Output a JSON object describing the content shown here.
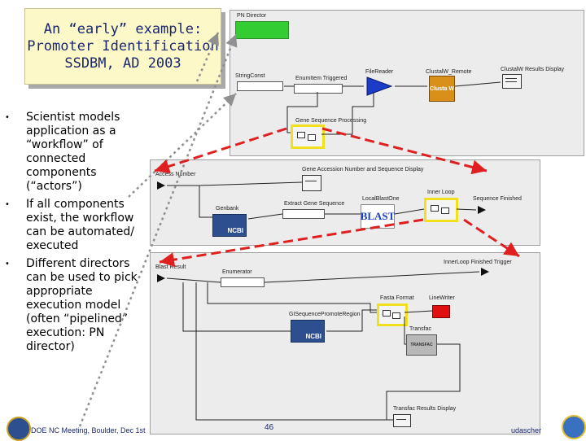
{
  "title": {
    "line1": "An “early” example:",
    "line2": "Promoter Identification",
    "line3": "SSDBM, AD 2003"
  },
  "bullets": [
    "Scientist models application as a “workflow” of connected components (“actors”)",
    "If all components exist, the workflow can be automated/ executed",
    "Different directors can be used to pick appropriate execution model (often “pipelined” execution: PN director)"
  ],
  "top_workflow": {
    "director": "PN Director",
    "string_const": "StringConst",
    "enum_triggered": "EnumItem Triggered",
    "file_reader": "FileReader",
    "clustal_remote": "ClustalW_Remote",
    "clustal_logo": "Clusta W",
    "clustal_display": "ClustalW Results Display",
    "gene_processing": "Gene Sequence Processing"
  },
  "mid_workflow": {
    "access_number": "Access Number",
    "gene_display": "Gene Accession Number and Sequence Display",
    "extract_gene": "Extract Gene Sequence",
    "genbank": "Genbank",
    "genbank_logo": "NCBI",
    "local_blast": "LocalBlastOne",
    "blast_logo": "BLAST",
    "inner_loop": "Inner Loop",
    "sequence_finished": "Sequence Finished"
  },
  "bottom_workflow": {
    "blast_result": "Blast Result",
    "enumerator": "Enumerator",
    "inner_finished": "InnerLoop Finished Trigger",
    "fasta_format": "Fasta Format",
    "line_writer": "LineWriter",
    "promoter_region": "GISequencePromoteRegion",
    "ncbi_logo": "NCBI",
    "transfac": "Transfac",
    "transfac_logo": "TRANSFAC",
    "transfac_display": "Transfac Results Display"
  },
  "footer": {
    "text": "DOE NC Meeting, Boulder, Dec 1st",
    "page": "46",
    "author": "udascher"
  },
  "colors": {
    "title_bg": "#fdf8c8",
    "title_text": "#1a2870",
    "director_green": "#33cc33",
    "highlight_yellow": "#f0e020",
    "arrow_red": "#e02020",
    "arrow_gray": "#909090",
    "line_writer_red": "#e01010",
    "ncbi_blue": "#2d4f8f"
  }
}
